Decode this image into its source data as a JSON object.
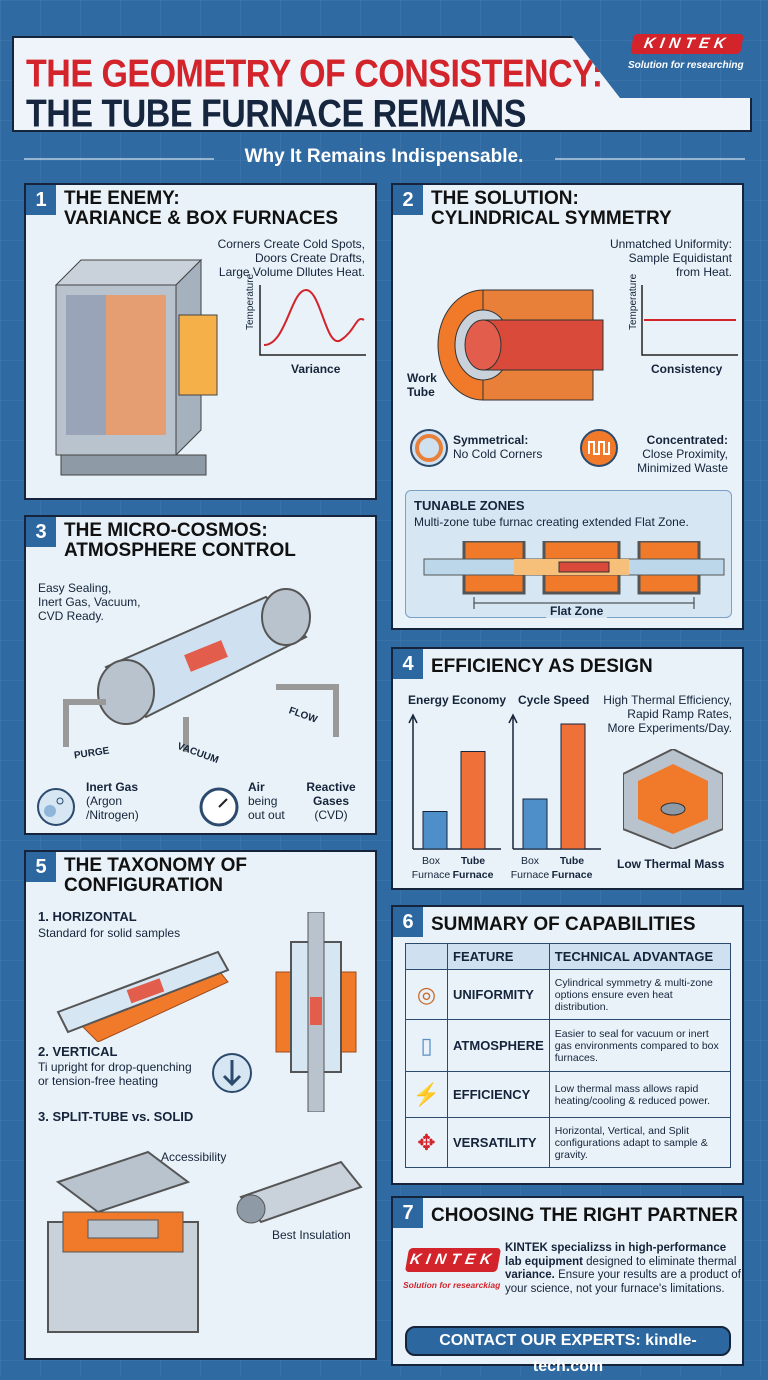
{
  "header": {
    "title_line1": "THE GEOMETRY OF CONSISTENCY:",
    "title_line2": "THE TUBE FURNACE REMAINS INDISPENSABLE",
    "logo": "KINTEK",
    "logo_tagline": "Solution for researching",
    "subtitle": "Why It Remains Indispensable."
  },
  "colors": {
    "background": "#2f6aa3",
    "accent_red": "#d3242b",
    "navy": "#15243a",
    "panel": "#e9f2f9",
    "heat_orange": "#f07a2a"
  },
  "s1": {
    "num": "1",
    "title": "THE ENEMY:\nVARIANCE & BOX FURNACES",
    "desc": [
      "Corners Create Cold Spots,",
      "Doors Create Drafts,",
      "Large Volume Dllutes Heat."
    ],
    "axis_label": "Temperature",
    "graph_label": "Variance"
  },
  "s2": {
    "num": "2",
    "title": "THE SOLUTION:\nCYLINDRICAL SYMMETRY",
    "desc": [
      "Unmatched Uniformity:",
      "Sample Equidistant",
      "from Heat."
    ],
    "axis_label": "Temperature",
    "graph_label": "Consistency",
    "work_tube": "Work\nTube",
    "feat1_title": "Symmetrical:",
    "feat1_text": "No Cold Corners",
    "feat2_title": "Concentrated:",
    "feat2_text": "Close Proximity,\nMinimized Waste",
    "zones_title": "TUNABLE ZONES",
    "zones_text": "Multi-zone tube furnac creating extended Flat Zone.",
    "flat_zone": "Flat Zone"
  },
  "s3": {
    "num": "3",
    "title": "THE MICRO-COSMOS:\nATMOSPHERE CONTROL",
    "desc": "Easy Sealing,\nInert Gas, Vacuum,\nCVD Ready.",
    "purge": "PURGE",
    "vacuum": "VACUUM",
    "flow": "FLOW",
    "inert_title": "Inert Gas",
    "inert_text": "(Argon\n/Nitrogen)",
    "air_title": "Air",
    "air_text": "being\nout out",
    "reactive_title": "Reactive\nGases",
    "reactive_text": "(CVD)"
  },
  "s4": {
    "num": "4",
    "title": "EFFICIENCY AS DESIGN",
    "desc": "High Thermal Efficiency,\nRapid Ramp Rates,\nMore Experiments/Day.",
    "mass_label": "Low Thermal Mass",
    "charts": [
      {
        "title": "Energy Economy",
        "categories": [
          "Box\nFurnace",
          "Tube\nFurnace"
        ],
        "values": [
          0.3,
          0.78
        ]
      },
      {
        "title": "Cycle Speed",
        "categories": [
          "Box\nFurnace",
          "Tube\nFurnace"
        ],
        "values": [
          0.4,
          1.0
        ]
      }
    ]
  },
  "s5": {
    "num": "5",
    "title": "THE TAXONOMY OF\nCONFIGURATION",
    "h1": "1. HORIZONTAL",
    "t1": "Standard for solid samples",
    "h2": "2. VERTICAL",
    "t2": "Ti upright for drop-quenching\nor tension-free heating",
    "h3": "3. SPLIT-TUBE vs. SOLID",
    "accessibility": "Accessibility",
    "insulation": "Best Insulation"
  },
  "s6": {
    "num": "6",
    "title": "SUMMARY OF CAPABILITIES",
    "col1": "FEATURE",
    "col2": "TECHNICAL ADVANTAGE",
    "rows": [
      {
        "icon": "concentric-rings-icon",
        "feature": "UNIFORMITY",
        "advantage": "Cylindrical symmetry & multi-zone options ensure even heat distribution."
      },
      {
        "icon": "gas-container-icon",
        "feature": "ATMOSPHERE",
        "advantage": "Easier to seal for vacuum or inert gas environments compared to box furnaces."
      },
      {
        "icon": "lightning-icon",
        "feature": "EFFICIENCY",
        "advantage": "Low thermal mass allows rapid heating/cooling & reduced power."
      },
      {
        "icon": "arrows-icon",
        "feature": "VERSATILITY",
        "advantage": "Horizontal, Vertical, and Split configurations adapt to sample & gravity."
      }
    ]
  },
  "s7": {
    "num": "7",
    "title": "CHOOSING THE RIGHT PARTNER",
    "logo": "KINTEK",
    "logo_tagline": "Solution for researckiag",
    "bold1": "KINTEK specializss in high-performance lab equipment",
    "text1": " designed to eliminate thermal ",
    "bold2": "variance.",
    "text2": " Ensure your results are a product of your science, not your furnace's limitations.",
    "contact": "CONTACT OUR EXPERTS: kindle-tech.com"
  }
}
